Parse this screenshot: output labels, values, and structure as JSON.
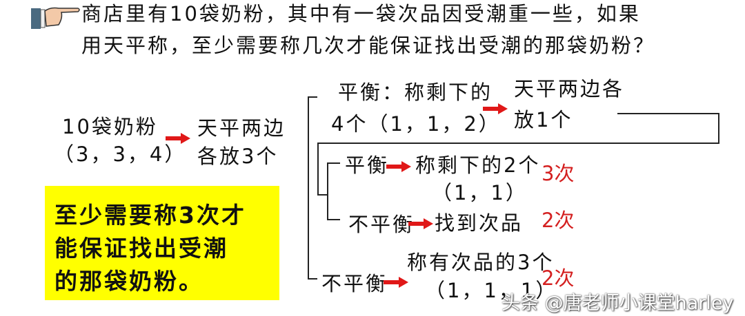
{
  "question": {
    "line1": "商店里有10袋奶粉，其中有一袋次品因受潮重一些，如果",
    "line2": "用天平称，至少需要称几次才能保证找出受潮的那袋奶粉？"
  },
  "start": {
    "line1": "10袋奶粉",
    "line2": "（3，3，4）"
  },
  "step1": {
    "line1": "天平两边",
    "line2": "各放3个"
  },
  "balance": {
    "line1": "平衡：称剩下的",
    "line2": "4个（1，1，2）"
  },
  "step2": {
    "line1": "天平两边各",
    "line2": "放1个"
  },
  "sub_balance": {
    "label": "平衡",
    "line1": "称剩下的2个",
    "line2": "（1，1）",
    "count": "3次"
  },
  "sub_unbalance": {
    "label": "不平衡",
    "result": "找到次品",
    "count": "2次"
  },
  "unbalance": {
    "label": "不平衡",
    "line1": "称有次品的3个",
    "line2": "（1，1，1）",
    "count": "2次"
  },
  "conclusion": {
    "line1": "至少需要称3次才",
    "line2": "能保证找出受潮",
    "line3": "的那袋奶粉。"
  },
  "watermark": "头条 @唐老师小课堂harley",
  "colors": {
    "arrow": "#e01818",
    "highlight": "#ffff00",
    "count": "#d42020"
  }
}
